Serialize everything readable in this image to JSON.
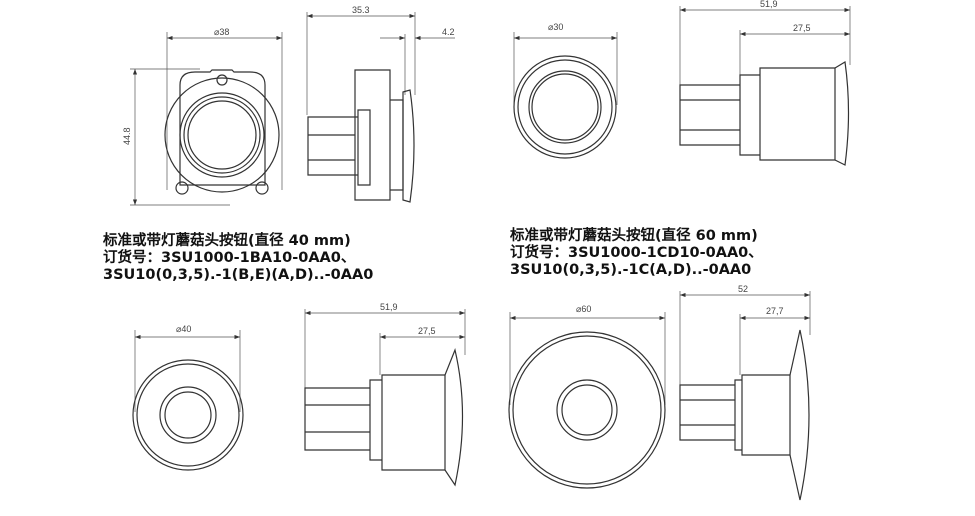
{
  "drawings": [
    {
      "id": "40mm",
      "front_diameter": "⌀38",
      "height": "44.8",
      "depth": "35.3",
      "cap": "4.2"
    },
    {
      "id": "30mm",
      "front_diameter": "⌀30",
      "depth": "51,9",
      "cap": "27,5"
    },
    {
      "id": "40mm-b",
      "front_diameter": "⌀40",
      "depth": "51,9",
      "cap": "27,5"
    },
    {
      "id": "60mm",
      "front_diameter": "⌀60",
      "depth": "52",
      "cap": "27,7"
    }
  ],
  "captions": [
    {
      "title": "标准或带灯蘑菇头按钮(直径 40 mm)",
      "order": "订货号：3SU1000-1BA10-0AA0、",
      "order2": "3SU10(0,3,5).-1(B,E)(A,D)..-0AA0"
    },
    {
      "title": "标准或带灯蘑菇头按钮(直径 60 mm)",
      "order": "订货号：3SU1000-1CD10-0AA0、",
      "order2": "3SU10(0,3,5).-1C(A,D)..-0AA0"
    }
  ]
}
